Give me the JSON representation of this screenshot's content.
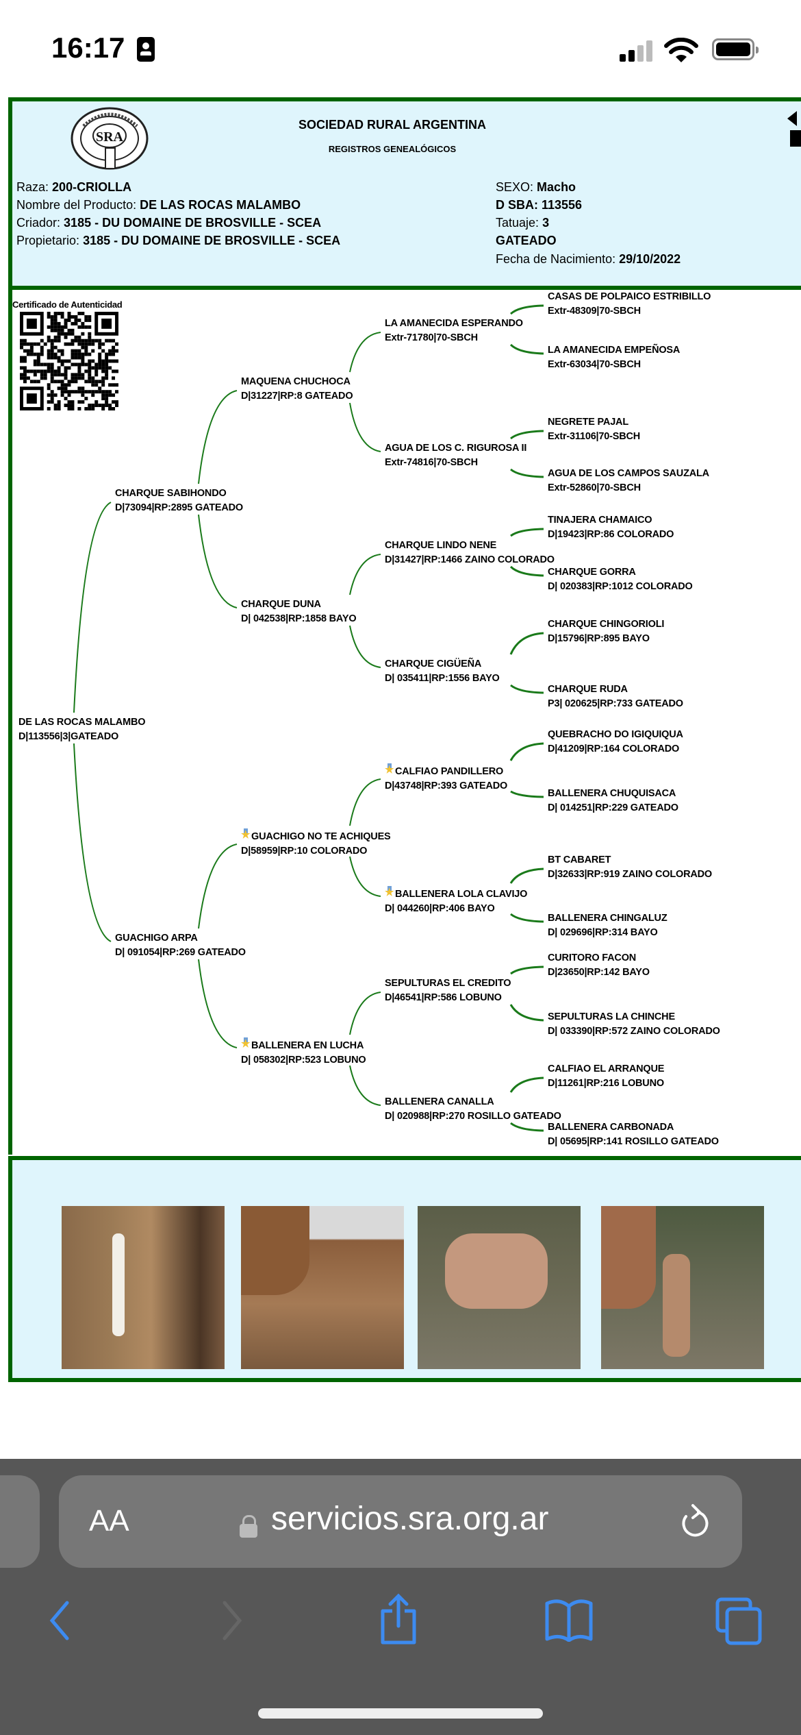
{
  "status_bar": {
    "time": "16:17"
  },
  "header": {
    "org_name": "SOCIEDAD RURAL ARGENTINA",
    "subtitle": "REGISTROS GENEALÓGICOS",
    "logo_text": "SRA",
    "logo_ring_text": "CULTIVAR EL SUELO ES SERVIR A LA PATRIA 1866"
  },
  "info": {
    "raza_label": "Raza:",
    "raza": "200-CRIOLLA",
    "nombre_label": "Nombre del Producto:",
    "nombre": "DE LAS ROCAS MALAMBO",
    "criador_label": "Criador:",
    "criador": "3185 - DU DOMAINE DE BROSVILLE - SCEA",
    "propietario_label": "Propietario:",
    "propietario": "3185 - DU DOMAINE DE BROSVILLE - SCEA",
    "sexo_label": "SEXO:",
    "sexo": "Macho",
    "dsba": "D SBA: 113556",
    "tatuaje_label": "Tatuaje:",
    "tatuaje": "3",
    "pelaje": "GATEADO",
    "fecha_label": "Fecha de Nacimiento:",
    "fecha": "29/10/2022"
  },
  "certificate_label": "Certificado de Autenticidad",
  "pedigree": {
    "gen0": [
      {
        "name": "DE LAS ROCAS MALAMBO",
        "reg": "D|113556|3|GATEADO",
        "medal": false
      }
    ],
    "gen1": [
      {
        "name": "CHARQUE SABIHONDO",
        "reg": "D|73094|RP:2895 GATEADO",
        "medal": false
      },
      {
        "name": "GUACHIGO ARPA",
        "reg": "D| 091054|RP:269 GATEADO",
        "medal": false
      }
    ],
    "gen2": [
      {
        "name": "MAQUENA CHUCHOCA",
        "reg": "D|31227|RP:8 GATEADO",
        "medal": false
      },
      {
        "name": "CHARQUE DUNA",
        "reg": "D| 042538|RP:1858 BAYO",
        "medal": false
      },
      {
        "name": "GUACHIGO NO TE ACHIQUES",
        "reg": "D|58959|RP:10 COLORADO",
        "medal": true
      },
      {
        "name": "BALLENERA EN LUCHA",
        "reg": "D| 058302|RP:523 LOBUNO",
        "medal": true
      }
    ],
    "gen3": [
      {
        "name": "LA AMANECIDA ESPERANDO",
        "reg": "Extr-71780|70-SBCH",
        "medal": false
      },
      {
        "name": "AGUA DE LOS C. RIGUROSA II",
        "reg": "Extr-74816|70-SBCH",
        "medal": false
      },
      {
        "name": "CHARQUE LINDO NENE",
        "reg": "D|31427|RP:1466 ZAINO COLORADO",
        "medal": false
      },
      {
        "name": "CHARQUE CIGÜEÑA",
        "reg": "D| 035411|RP:1556 BAYO",
        "medal": false
      },
      {
        "name": "CALFIAO PANDILLERO",
        "reg": "D|43748|RP:393 GATEADO",
        "medal": true
      },
      {
        "name": "BALLENERA LOLA CLAVIJO",
        "reg": "D| 044260|RP:406 BAYO",
        "medal": true
      },
      {
        "name": "SEPULTURAS EL CREDITO",
        "reg": "D|46541|RP:586 LOBUNO",
        "medal": false
      },
      {
        "name": "BALLENERA CANALLA",
        "reg": "D| 020988|RP:270 ROSILLO GATEADO",
        "medal": false
      }
    ],
    "gen4": [
      {
        "name": "CASAS DE POLPAICO ESTRIBILLO",
        "reg": "Extr-48309|70-SBCH",
        "medal": false
      },
      {
        "name": "LA AMANECIDA EMPEÑOSA",
        "reg": "Extr-63034|70-SBCH",
        "medal": false
      },
      {
        "name": "NEGRETE PAJAL",
        "reg": "Extr-31106|70-SBCH",
        "medal": false
      },
      {
        "name": "AGUA DE LOS CAMPOS SAUZALA",
        "reg": "Extr-52860|70-SBCH",
        "medal": false
      },
      {
        "name": "TINAJERA CHAMAICO",
        "reg": "D|19423|RP:86 COLORADO",
        "medal": false
      },
      {
        "name": "CHARQUE GORRA",
        "reg": "D| 020383|RP:1012 COLORADO",
        "medal": false
      },
      {
        "name": "CHARQUE CHINGORIOLI",
        "reg": "D|15796|RP:895 BAYO",
        "medal": false
      },
      {
        "name": "CHARQUE RUDA",
        "reg": "P3| 020625|RP:733 GATEADO",
        "medal": false
      },
      {
        "name": "QUEBRACHO DO IGIQUIQUA",
        "reg": "D|41209|RP:164 COLORADO",
        "medal": false
      },
      {
        "name": "BALLENERA CHUQUISACA",
        "reg": "D| 014251|RP:229 GATEADO",
        "medal": false
      },
      {
        "name": "BT CABARET",
        "reg": "D|32633|RP:919 ZAINO COLORADO",
        "medal": false
      },
      {
        "name": "BALLENERA CHINGALUZ",
        "reg": "D| 029696|RP:314 BAYO",
        "medal": false
      },
      {
        "name": "CURITORO FACON",
        "reg": "D|23650|RP:142 BAYO",
        "medal": false
      },
      {
        "name": "SEPULTURAS LA CHINCHE",
        "reg": "D| 033390|RP:572 ZAINO COLORADO",
        "medal": false
      },
      {
        "name": "CALFIAO EL ARRANQUE",
        "reg": "D|11261|RP:216 LOBUNO",
        "medal": false
      },
      {
        "name": "BALLENERA CARBONADA",
        "reg": "D| 05695|RP:141 ROSILLO GATEADO",
        "medal": false
      }
    ]
  },
  "photos": [
    {
      "icon": "horse-photo-1"
    },
    {
      "icon": "horse-photo-2"
    },
    {
      "icon": "horse-photo-3"
    },
    {
      "icon": "horse-photo-4"
    }
  ],
  "browser": {
    "text_size_label": "AA",
    "url": "servicios.sra.org.ar"
  },
  "colors": {
    "border": "#006400",
    "panel": "#dff5fc",
    "line": "#1a7a1a",
    "ios_blue": "#3d8bf0"
  }
}
